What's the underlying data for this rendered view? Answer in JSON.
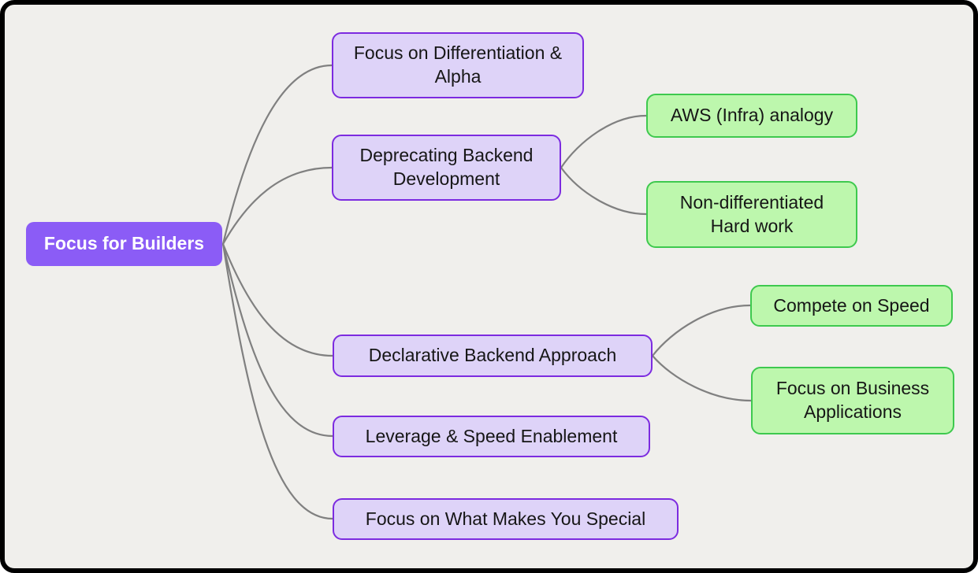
{
  "palette": {
    "canvas_bg": "#f0efec",
    "frame_color": "#000000",
    "line_color": "#808080",
    "root_fill": "#8b5cf6",
    "root_text": "#ffffff",
    "branch_fill": "#ded3f8",
    "branch_border": "#7c2be0",
    "leaf_fill": "#bdf7ad",
    "leaf_border": "#3ec94e",
    "node_text": "#161616"
  },
  "mindmap": {
    "root": {
      "label": "Focus for Builders"
    },
    "branches": [
      {
        "label": "Focus on Differentiation & Alpha",
        "children": []
      },
      {
        "label": "Deprecating Backend Development",
        "children": [
          {
            "label": "AWS (Infra) analogy"
          },
          {
            "label": "Non-differentiated Hard work"
          }
        ]
      },
      {
        "label": "Declarative Backend Approach",
        "children": [
          {
            "label": "Compete on Speed"
          },
          {
            "label": "Focus on Business Applications"
          }
        ]
      },
      {
        "label": "Leverage & Speed Enablement",
        "children": []
      },
      {
        "label": "Focus on What Makes You Special",
        "children": []
      }
    ]
  }
}
